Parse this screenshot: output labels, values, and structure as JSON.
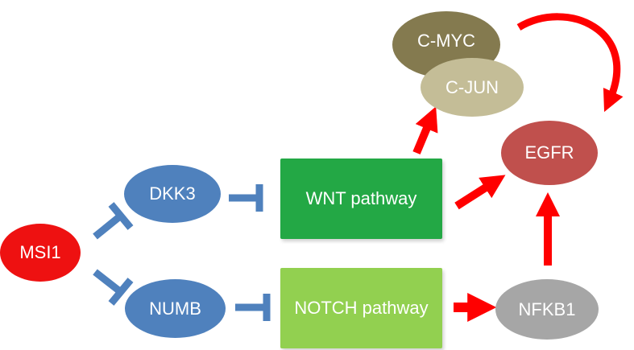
{
  "nodes": {
    "msi1": {
      "label": "MSI1"
    },
    "dkk3": {
      "label": "DKK3"
    },
    "numb": {
      "label": "NUMB"
    },
    "wnt": {
      "label": "WNT pathway"
    },
    "notch": {
      "label": "NOTCH pathway"
    },
    "cmyc": {
      "label": "C-MYC"
    },
    "cjun": {
      "label": "C-JUN"
    },
    "egfr": {
      "label": "EGFR"
    },
    "nfkb1": {
      "label": "NFKB1"
    }
  },
  "edges": [
    {
      "from": "MSI1",
      "to": "DKK3",
      "type": "inhibition"
    },
    {
      "from": "MSI1",
      "to": "NUMB",
      "type": "inhibition"
    },
    {
      "from": "DKK3",
      "to": "WNT pathway",
      "type": "inhibition"
    },
    {
      "from": "NUMB",
      "to": "NOTCH pathway",
      "type": "inhibition"
    },
    {
      "from": "WNT pathway",
      "to": "C-JUN",
      "type": "activation"
    },
    {
      "from": "WNT pathway",
      "to": "EGFR",
      "type": "activation"
    },
    {
      "from": "NOTCH pathway",
      "to": "NFKB1",
      "type": "activation"
    },
    {
      "from": "NFKB1",
      "to": "EGFR",
      "type": "activation"
    },
    {
      "from": "C-MYC",
      "to": "EGFR",
      "type": "activation"
    }
  ],
  "colors": {
    "msi1": "#ee1111",
    "blue_node": "#4f81bd",
    "inhibitor": "#4f81bd",
    "wnt": "#23a845",
    "notch": "#92d050",
    "cmyc": "#847a4f",
    "cjun": "#c4bd97",
    "egfr": "#c0504d",
    "nfkb1": "#a6a6a6",
    "activator": "#ff0000"
  }
}
